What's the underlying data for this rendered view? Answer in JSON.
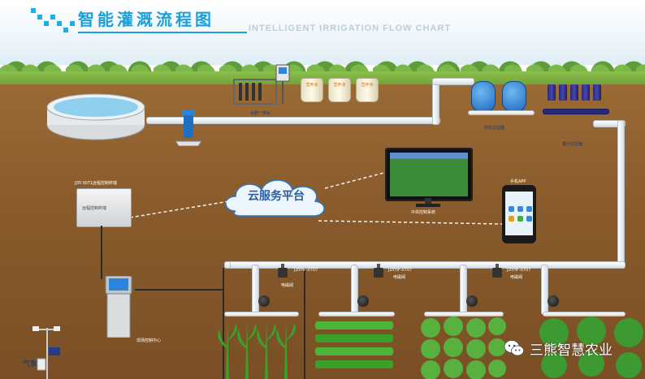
{
  "header": {
    "title_cn": "智能灌溉流程图",
    "title_en": "INTELLIGENT IRRIGATION FLOW CHART"
  },
  "equipment": {
    "fertilizer_tanks": [
      "营养液",
      "营养液",
      "营养液"
    ],
    "fertilizer_machine": "水肥一体化",
    "sand_filter": "砂石过滤器",
    "disc_filter": "叠片过滤器"
  },
  "cloud": {
    "label": "云服务平台"
  },
  "devices": {
    "remote_terminal_title": "JDY-3071远程控制终端",
    "remote_terminal_panel": "远程控制终端",
    "pc_label": "中央控制系统",
    "phone_label": "手机APP",
    "kiosk_label": "现场控制中心"
  },
  "valves": [
    {
      "model": "JDYHF-0707",
      "label": "电磁阀"
    },
    {
      "model": "JDYHF-0707",
      "label": "电磁阀"
    },
    {
      "model": "JDYHF-0707",
      "label": "电磁阀"
    }
  ],
  "brand": {
    "text": "三熊智慧农业"
  },
  "weather_station": {
    "label": "气象"
  },
  "colors": {
    "title": "#1a9fd8",
    "cloud_text": "#2a5d9e",
    "soil": "#8a5c2c",
    "crop": "#3aa02a"
  }
}
